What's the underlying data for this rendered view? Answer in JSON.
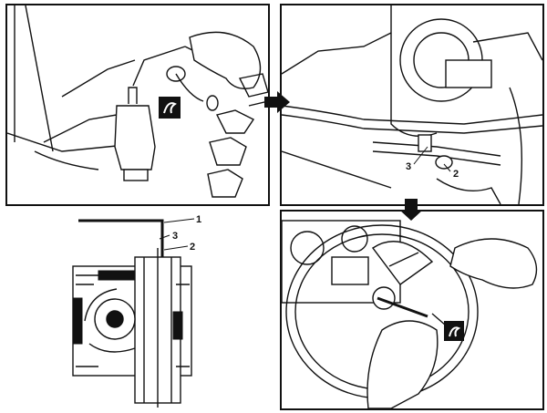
{
  "callouts": {
    "one": "1",
    "two": "2",
    "three": "3"
  },
  "panel_b_callouts": {
    "two": "2",
    "three": "3"
  }
}
